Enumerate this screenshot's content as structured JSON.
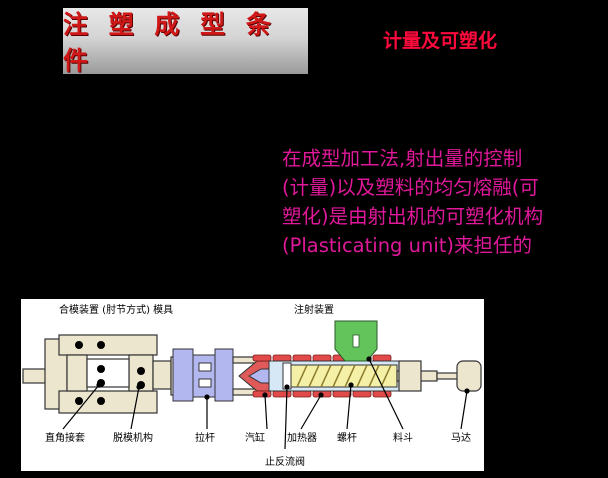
{
  "slide": {
    "title": "注 塑 成 型 条 件",
    "subtitle": "计量及可塑化",
    "body_lines": [
      "在成型加工法,射出量的控制",
      "(计量)以及塑料的均匀熔融(可",
      "塑化)是由射出机的可塑化机构",
      "(Plasticating unit)来担任的"
    ]
  },
  "diagram": {
    "labels": {
      "clamping_unit": "合模装置 (肘节方式) 模具",
      "injection_unit": "注射装置",
      "right_angle_joint": "直角接套",
      "ejector_mechanism": "脱模机构",
      "tie_bar": "拉杆",
      "cylinder": "汽缸",
      "heater": "加热器",
      "screw": "螺杆",
      "hopper": "料斗",
      "motor": "马达",
      "check_valve": "止反流阀"
    },
    "colors": {
      "frame": "#ece6cf",
      "mold": "#b3b7f0",
      "heater": "#e24a4a",
      "screw": "#f4f0a8",
      "hopper": "#62c45a",
      "nozzle": "#e05a5a"
    }
  }
}
